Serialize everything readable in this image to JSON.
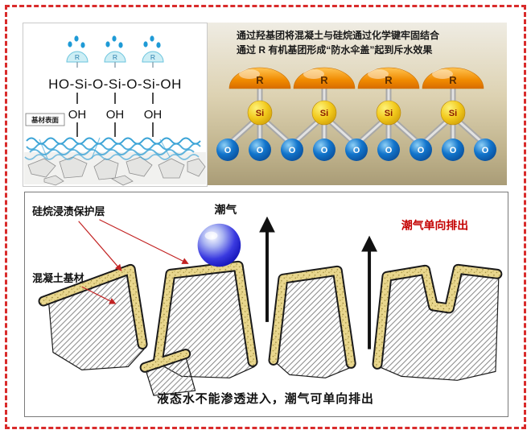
{
  "colors": {
    "border_red": "#d92b2b",
    "red_text": "#c40000",
    "coating_yellow": "#e9d78e",
    "o_blue": "#1275cc",
    "si_yellow": "#f2c91c",
    "dome_orange": "#f08a00"
  },
  "top_left": {
    "r_label": "R",
    "formula": "HO-Si-O-Si-O-Si-OH",
    "oh_labels": [
      "OH",
      "OH",
      "OH"
    ],
    "substrate_surface_label": "基材表面"
  },
  "top_right": {
    "caption_line1": "通过羟基团将混凝土与硅烷通过化学键牢固结合",
    "caption_line2": "通过 R 有机基团形成“防水伞盖”起到斥水效果",
    "r_label": "R",
    "si_label": "Si",
    "o_label": "O"
  },
  "bottom": {
    "coating_label": "硅烷浸渍保护层",
    "substrate_label": "混凝土基材",
    "moisture_label": "潮气",
    "one_way_label": "潮气单向排出",
    "caption": "液态水不能渗透进入，潮气可单向排出"
  }
}
